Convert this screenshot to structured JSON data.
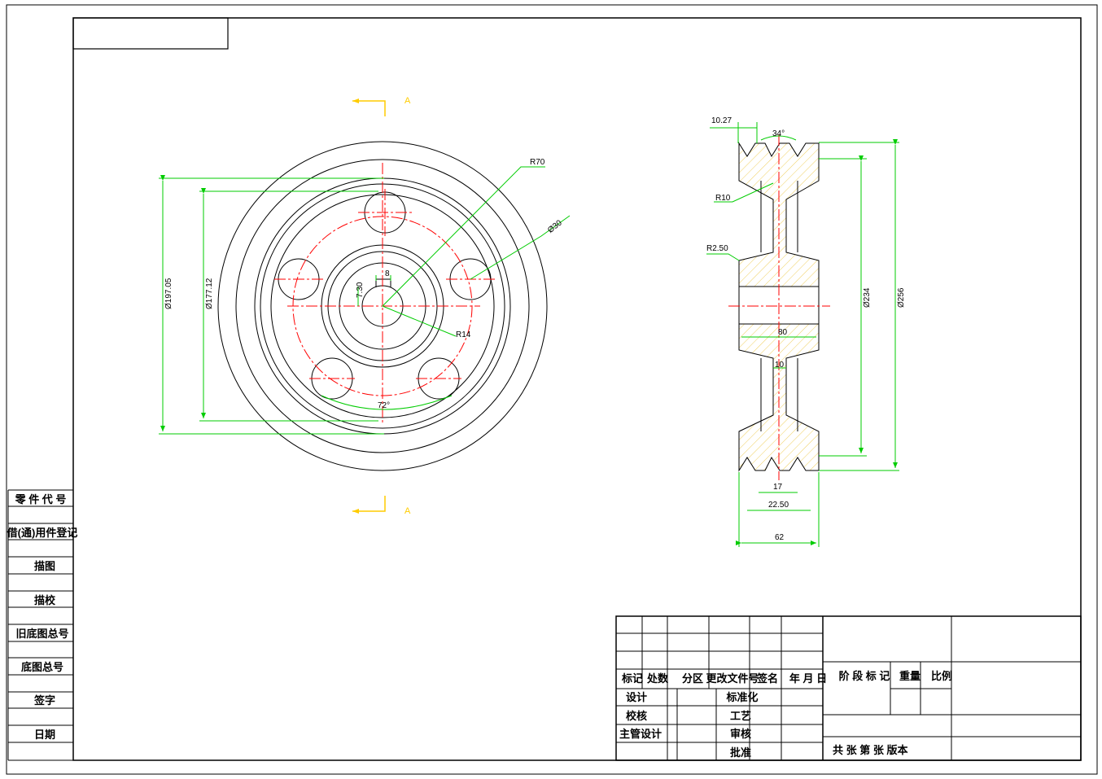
{
  "left_column": {
    "rows": [
      "零 件 代 号",
      "借(通)用件登记",
      "描图",
      "描校",
      "旧底图总号",
      "底图总号",
      "签字",
      "日期"
    ]
  },
  "title_block": {
    "header": [
      "标记",
      "处数",
      "分区",
      "更改文件号",
      "签名",
      "年 月 日"
    ],
    "stage_label": "阶 段 标 记",
    "weight_label": "重量",
    "scale_label": "比例",
    "row_design": "设计",
    "row_check": "校核",
    "row_chief": "主管设计",
    "standardize": "标准化",
    "process": "工艺",
    "review": "审核",
    "approve": "批准",
    "sheets": "共  张 第  张 版本"
  },
  "front_view": {
    "section_mark": "A",
    "dims": {
      "r70": "R70",
      "d30": "Ø30",
      "d197": "Ø197.05",
      "d177": "Ø177.12",
      "keyway_width": "8",
      "keyway_depth": "7.30",
      "r14": "R14",
      "angle": "72°"
    }
  },
  "side_view": {
    "dims": {
      "top_width": "10.27",
      "groove_angle": "34°",
      "r10": "R10",
      "r250": "R2.50",
      "d234": "Ø234",
      "d256": "Ø256",
      "hub_width": "80",
      "web": "10",
      "groove_pitch": "17",
      "groove_top": "22.50",
      "total_width": "62"
    }
  },
  "colors": {
    "outline": "#000000",
    "dimension": "#00cc00",
    "center": "#ff0000",
    "section_mark": "#ffcc00",
    "hatch": "#ffe680"
  }
}
